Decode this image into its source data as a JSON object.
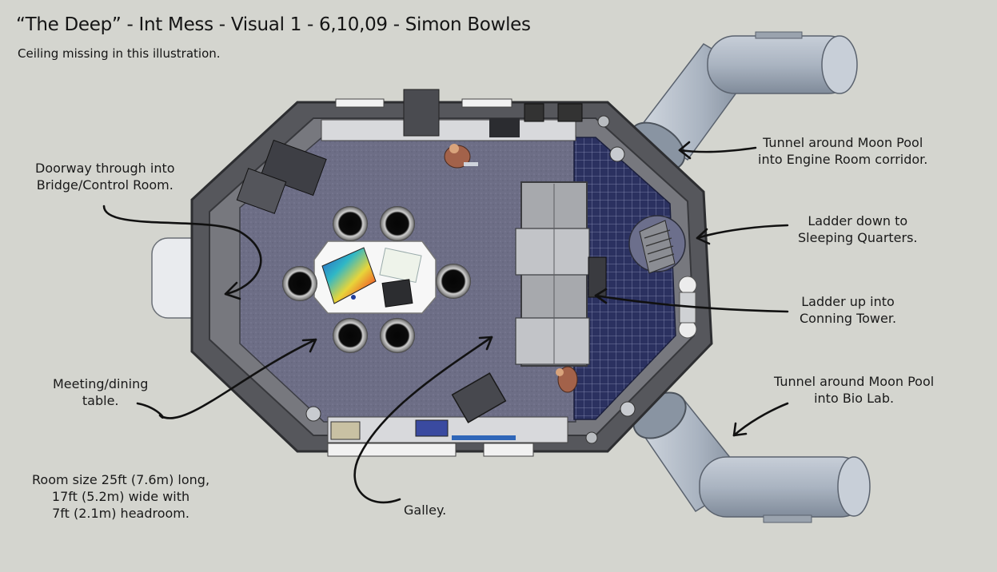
{
  "header": {
    "title": "“The Deep” - Int Mess - Visual 1 - 6,10,09 - Simon Bowles",
    "subtitle": "Ceiling missing in this illustration."
  },
  "annotations": {
    "doorway": [
      "Doorway through into",
      "Bridge/Control Room."
    ],
    "meeting_table": [
      "Meeting/dining",
      "table."
    ],
    "room_size": [
      "Room size 25ft (7.6m) long,",
      "17ft (5.2m) wide with",
      "7ft (2.1m) headroom."
    ],
    "galley": [
      "Galley."
    ],
    "tunnel_engine": [
      "Tunnel around Moon Pool",
      "into Engine Room corridor."
    ],
    "ladder_down": [
      "Ladder down to",
      "Sleeping Quarters."
    ],
    "ladder_up": [
      "Ladder up into",
      "Conning Tower."
    ],
    "tunnel_bio": [
      "Tunnel around Moon Pool",
      "into Bio Lab."
    ]
  },
  "colors": {
    "background": "#d4d5cf",
    "hull": "#5f6064",
    "hull_dark": "#3d3e42",
    "carpet": "#6c6d84",
    "grid_floor": "#2a2f5a",
    "tube": "#aeb7c3",
    "tube_dark": "#8893a1",
    "arrow": "#111111"
  }
}
